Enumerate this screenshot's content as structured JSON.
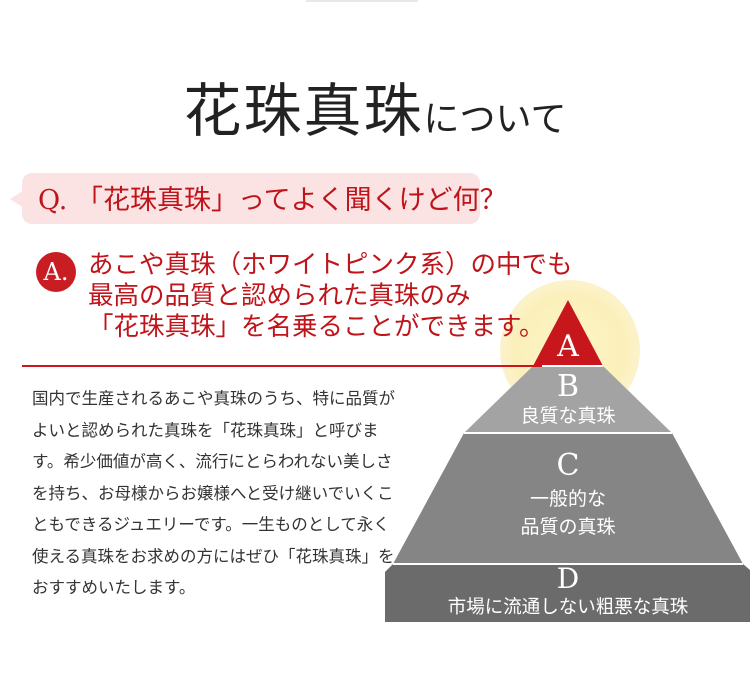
{
  "title": {
    "main": "花珠真珠",
    "sub": "について"
  },
  "question": {
    "label": "Q.",
    "text": "「花珠真珠」ってよく聞くけど何？"
  },
  "answer": {
    "label": "A.",
    "lines": [
      "あこや真珠（ホワイトピンク系）の中でも",
      "最高の品質と認められた真珠のみ",
      "「花珠真珠」を名乗ることができます。"
    ]
  },
  "description": "国内で生産されるあこや真珠のうち、特に品質がよいと認められた真珠を「花珠真珠」と呼びます。希少価値が高く、流行にとらわれない美しさを持ち、お母様からお嬢様へと受け継いでいくこともできるジュエリーです。一生ものとして永く使える真珠をお求めの方にはぜひ「花珠真珠」をおすすめいたします。",
  "pyramid": {
    "levels": [
      {
        "grade": "A",
        "lines": [],
        "color": "#c8161d"
      },
      {
        "grade": "B",
        "lines": [
          "良質な真珠"
        ],
        "color": "#a3a3a3"
      },
      {
        "grade": "C",
        "lines": [
          "一般的な",
          "品質の真珠"
        ],
        "color": "#858585"
      },
      {
        "grade": "D",
        "lines": [
          "市場に流通しない粗悪な真珠"
        ],
        "color": "#6b6b6b"
      }
    ]
  },
  "colors": {
    "accent": "#c0141b",
    "bubble": "#fbe3e3",
    "glow": "#fbf0ba"
  }
}
